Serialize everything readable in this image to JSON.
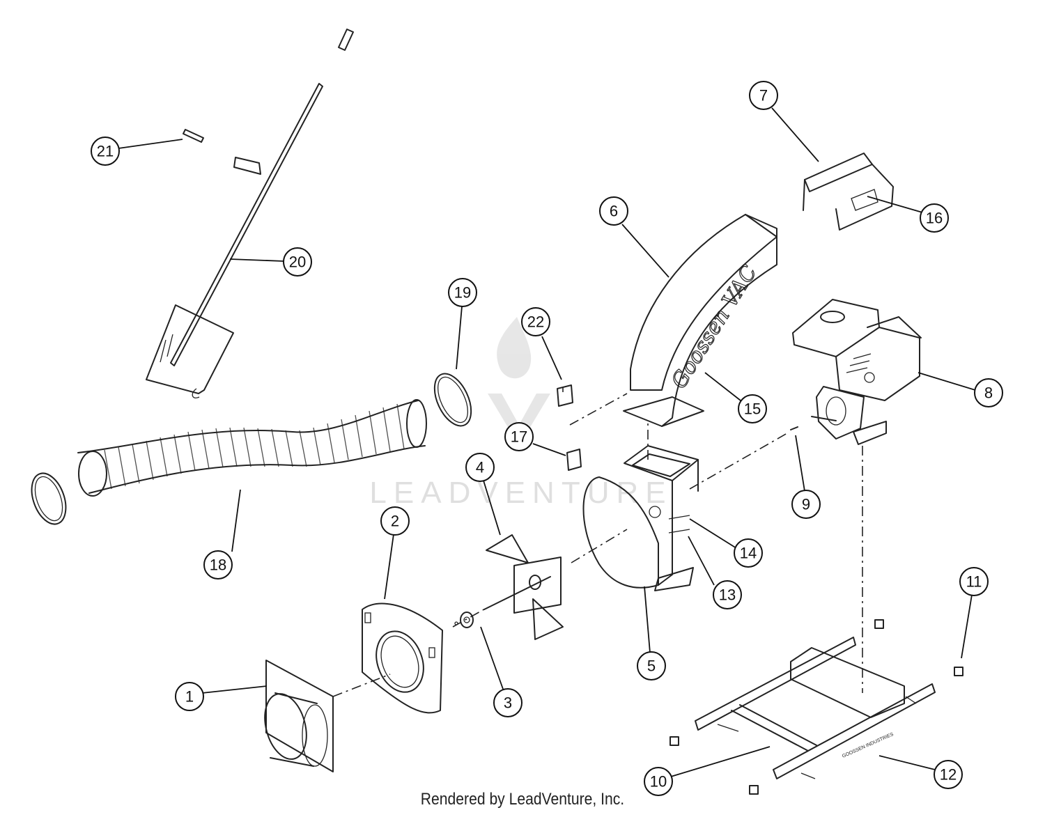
{
  "watermark_text": "LEADVENTURE",
  "housing_brand_text": "Goossen VAC",
  "frame_brand_text": "GOOSSEN INDUSTRIES",
  "footer_text": "Rendered by LeadVenture, Inc.",
  "callouts": [
    {
      "id": "1",
      "label": "1"
    },
    {
      "id": "2",
      "label": "2"
    },
    {
      "id": "3",
      "label": "3"
    },
    {
      "id": "4",
      "label": "4"
    },
    {
      "id": "5",
      "label": "5"
    },
    {
      "id": "6",
      "label": "6"
    },
    {
      "id": "7",
      "label": "7"
    },
    {
      "id": "8",
      "label": "8"
    },
    {
      "id": "9",
      "label": "9"
    },
    {
      "id": "10",
      "label": "10"
    },
    {
      "id": "11",
      "label": "11"
    },
    {
      "id": "12",
      "label": "12"
    },
    {
      "id": "13",
      "label": "13"
    },
    {
      "id": "14",
      "label": "14"
    },
    {
      "id": "15",
      "label": "15"
    },
    {
      "id": "16",
      "label": "16"
    },
    {
      "id": "17",
      "label": "17"
    },
    {
      "id": "18",
      "label": "18"
    },
    {
      "id": "19",
      "label": "19"
    },
    {
      "id": "20",
      "label": "20"
    },
    {
      "id": "21",
      "label": "21"
    },
    {
      "id": "22",
      "label": "22"
    }
  ]
}
